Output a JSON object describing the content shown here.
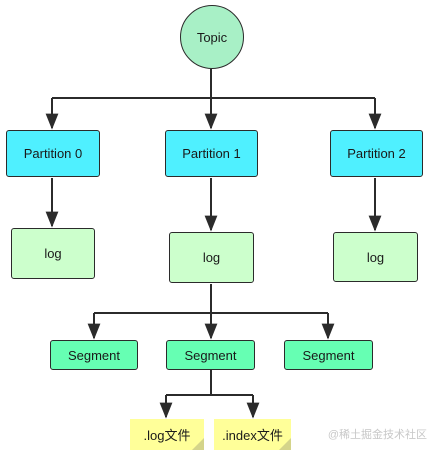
{
  "diagram": {
    "topic": "Topic",
    "partitions": [
      "Partition 0",
      "Partition 1",
      "Partition 2"
    ],
    "logs": [
      "log",
      "log",
      "log"
    ],
    "segments": [
      "Segment",
      "Segment",
      "Segment"
    ],
    "files": [
      ".log文件",
      ".index文件"
    ],
    "colors": {
      "topic_fill": "#a8f0c6",
      "partition_fill": "#4ff0ff",
      "log_fill": "#ccffcc",
      "segment_fill": "#66ffb3",
      "file_fill": "#ffff99",
      "stroke": "#2b2b2b"
    }
  },
  "watermark": "@稀土掘金技术社区"
}
